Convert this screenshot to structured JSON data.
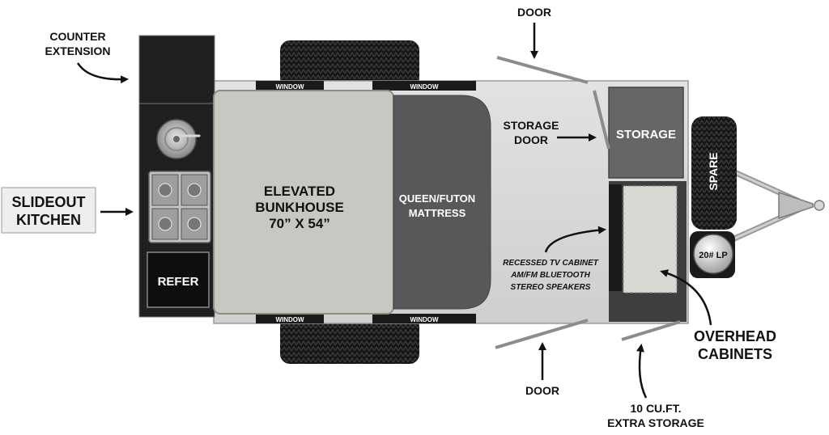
{
  "labels": {
    "counter_extension": [
      "COUNTER",
      "EXTENSION"
    ],
    "slideout_kitchen": [
      "SLIDEOUT",
      "KITCHEN"
    ],
    "refer": "REFER",
    "window": "WINDOW",
    "elevated_bunkhouse": [
      "ELEVATED",
      "BUNKHOUSE",
      "70” X 54”"
    ],
    "queen_futon": [
      "QUEEN/FUTON",
      "MATTRESS"
    ],
    "storage_door": [
      "STORAGE",
      "DOOR"
    ],
    "storage": "STORAGE",
    "spare": "SPARE",
    "lp": "20# LP",
    "recessed_tv": [
      "RECESSED TV CABINET",
      "AM/FM BLUETOOTH",
      "STEREO SPEAKERS"
    ],
    "overhead_cabinets": [
      "OVERHEAD",
      "CABINETS"
    ],
    "door": "DOOR",
    "extra_storage": [
      "10 CU.FT.",
      "EXTRA STORAGE"
    ]
  },
  "colors": {
    "body_shell": "#cfcfcf",
    "bunk": "#c8c8c2",
    "mattress": "#58585a",
    "kitchen": "#1c1c1c",
    "tire": "#111111",
    "storage_box": "#666666",
    "cabinet": "#d9d9d4"
  }
}
